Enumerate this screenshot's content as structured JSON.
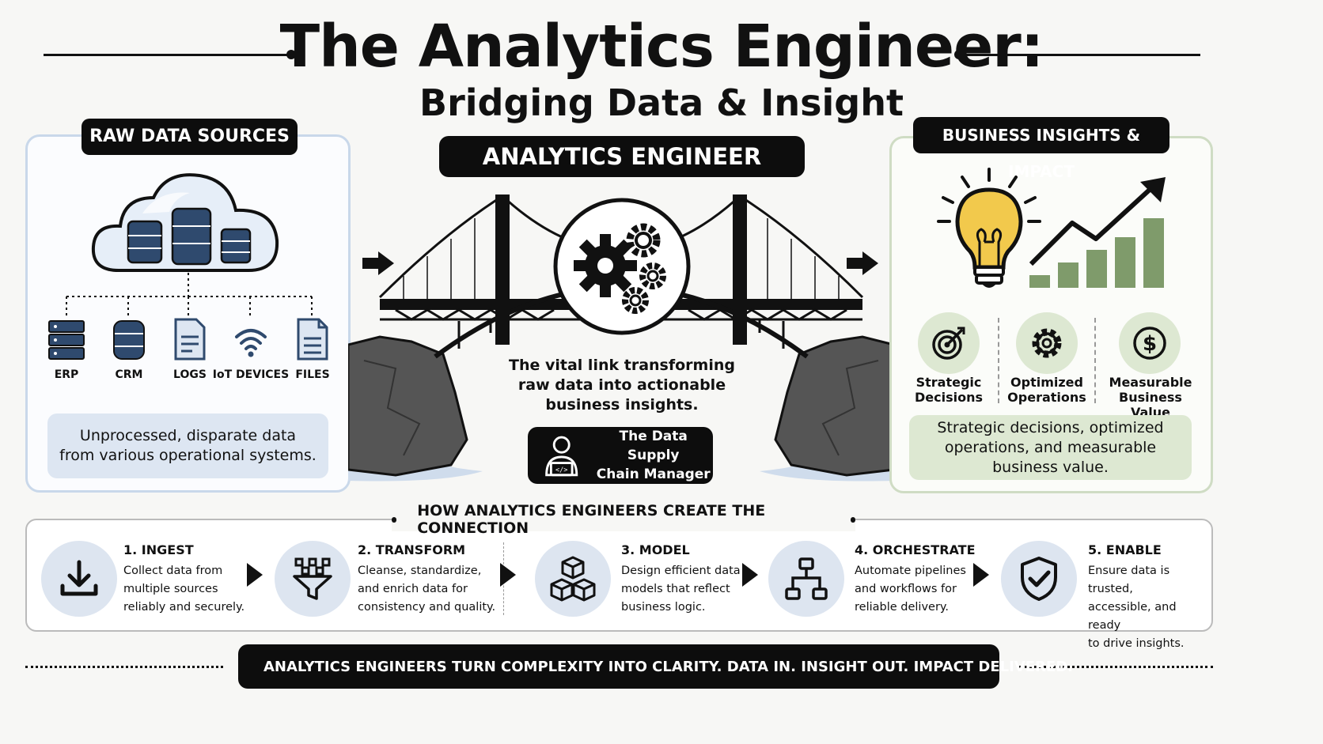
{
  "header": {
    "title": "The Analytics Engineer:",
    "subtitle": "Bridging Data & Insight"
  },
  "raw_sources": {
    "heading": "RAW DATA SOURCES",
    "items": [
      {
        "label": "ERP",
        "icon": "server-icon"
      },
      {
        "label": "CRM",
        "icon": "database-icon"
      },
      {
        "label": "LOGS",
        "icon": "document-icon"
      },
      {
        "label": "IoT DEVICES",
        "icon": "wifi-icon"
      },
      {
        "label": "FILES",
        "icon": "file-icon"
      }
    ],
    "note_line1": "Unprocessed, disparate data",
    "note_line2": "from various operational systems."
  },
  "engineer": {
    "heading": "ANALYTICS ENGINEER",
    "tagline_line1": "The vital link transforming",
    "tagline_line2": "raw data into actionable",
    "tagline_line3": "business insights.",
    "badge_line1": "The Data Supply",
    "badge_line2": "Chain Manager"
  },
  "insights": {
    "heading": "BUSINESS INSIGHTS & IMPACT",
    "benefits": [
      {
        "line1": "Strategic",
        "line2": "Decisions",
        "icon": "target-icon"
      },
      {
        "line1": "Optimized",
        "line2": "Operations",
        "icon": "gear-icon"
      },
      {
        "line1": "Measurable",
        "line2": "Business Value",
        "icon": "dollar-icon"
      }
    ],
    "note_line1": "Strategic decisions, optimized",
    "note_line2": "operations, and measurable",
    "note_line3": "business value."
  },
  "process": {
    "heading": "HOW ANALYTICS ENGINEERS CREATE THE CONNECTION",
    "steps": [
      {
        "title": "1. INGEST",
        "l1": "Collect data from",
        "l2": "multiple sources",
        "l3": "reliably and securely.",
        "icon": "download-icon"
      },
      {
        "title": "2. TRANSFORM",
        "l1": "Cleanse, standardize,",
        "l2": "and enrich data for",
        "l3": "consistency and quality.",
        "icon": "funnel-icon"
      },
      {
        "title": "3. MODEL",
        "l1": "Design efficient data",
        "l2": "models that reflect",
        "l3": "business logic.",
        "icon": "cubes-icon"
      },
      {
        "title": "4. ORCHESTRATE",
        "l1": "Automate pipelines",
        "l2": "and workflows for",
        "l3": "reliable delivery.",
        "icon": "workflow-icon"
      },
      {
        "title": "5. ENABLE",
        "l1": "Ensure data is trusted,",
        "l2": "accessible, and ready",
        "l3": "to drive insights.",
        "icon": "shield-check-icon"
      }
    ]
  },
  "footer": {
    "banner": "ANALYTICS ENGINEERS TURN COMPLEXITY INTO CLARITY. DATA IN. INSIGHT OUT. IMPACT DELIVERED.",
    "icon": "star-icon"
  },
  "colors": {
    "blue_panel_border": "#c9d8ea",
    "blue_note": "#dde6f2",
    "db_navy": "#2f4a6e",
    "green_panel_border": "#cfdcc4",
    "green_note": "#dde8d2",
    "green_bars": "#7f9b6b",
    "bulb_yellow": "#f2c94c"
  }
}
